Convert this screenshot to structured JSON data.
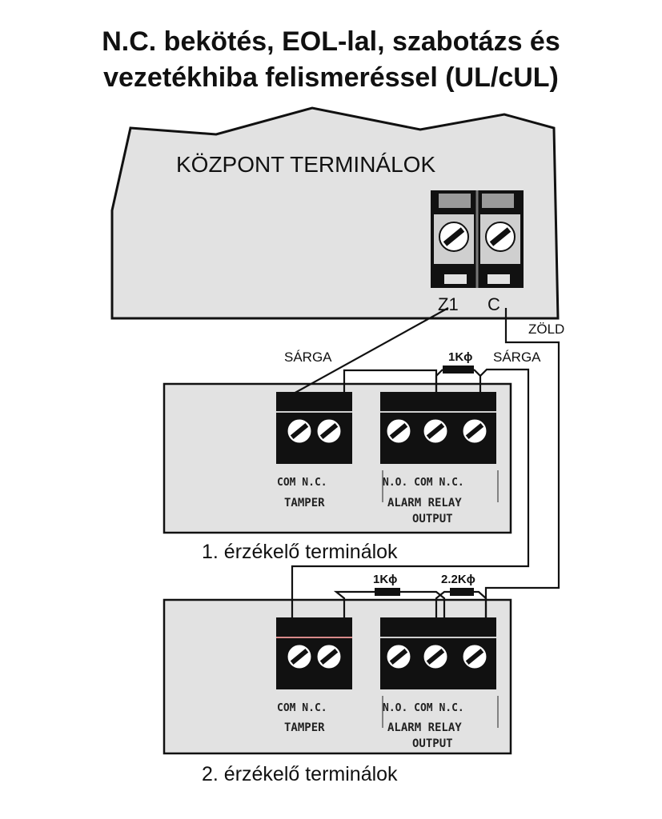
{
  "title": {
    "line1": "N.C. bekötés, EOL-lal, szabotázs és",
    "line2": "vezetékhiba felismeréssel (UL/cUL)"
  },
  "panel": {
    "label": "KÖZPONT TERMINÁLOK",
    "terminal_z1": "Z1",
    "terminal_c": "C"
  },
  "wires": {
    "sarga_1": "SÁRGA",
    "sarga_2": "SÁRGA",
    "zold": "ZÖLD"
  },
  "resistors": {
    "r1": "1Kϕ",
    "r2": "1Kϕ",
    "r3": "2.2Kϕ"
  },
  "sensor1": {
    "caption": "1. érzékelő terminálok",
    "tamper_pins": "COM N.C.",
    "tamper_label": "TAMPER",
    "relay_pins": "N.O. COM N.C.",
    "relay_label1": "ALARM RELAY",
    "relay_label2": "OUTPUT"
  },
  "sensor2": {
    "caption": "2. érzékelő terminálok",
    "tamper_pins": "COM N.C.",
    "tamper_label": "TAMPER",
    "relay_pins": "N.O. COM N.C.",
    "relay_label1": "ALARM RELAY",
    "relay_label2": "OUTPUT"
  },
  "colors": {
    "panel_fill": "#e2e2e2",
    "block_fill": "#111111",
    "line": "#111111"
  }
}
